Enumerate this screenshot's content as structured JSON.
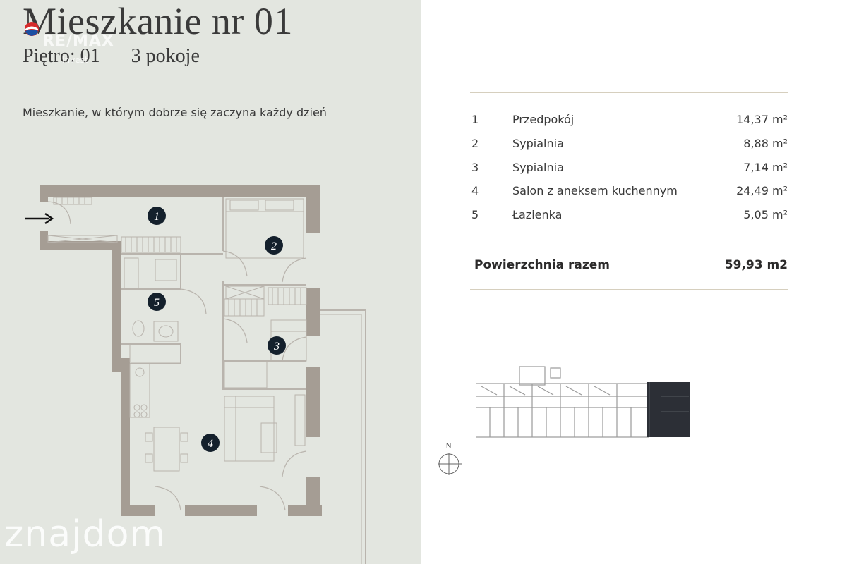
{
  "header": {
    "title": "Mieszkanie nr 01",
    "floor_label": "Piętro: 01",
    "rooms_label": "3 pokoje",
    "tagline": "Mieszkanie, w którym dobrze się zaczyna każdy dzień"
  },
  "branding": {
    "logo_text": "RE/MAX",
    "logo_sub": "Invest",
    "watermark": "znajdom"
  },
  "floor_plan": {
    "markers": [
      "1",
      "2",
      "3",
      "4",
      "5"
    ],
    "entrance_icon": "arrow-right-icon"
  },
  "rooms": [
    {
      "num": "1",
      "name": "Przedpokój",
      "area": "14,37 m²"
    },
    {
      "num": "2",
      "name": "Sypialnia",
      "area": "8,88 m²"
    },
    {
      "num": "3",
      "name": "Sypialnia",
      "area": "7,14 m²"
    },
    {
      "num": "4",
      "name": "Salon z aneksem kuchennym",
      "area": "24,49 m²"
    },
    {
      "num": "5",
      "name": "Łazienka",
      "area": "5,05 m²"
    }
  ],
  "total": {
    "label": "Powierzchnia razem",
    "area": "59,93 m2"
  },
  "compass": {
    "north_label": "N"
  },
  "colors": {
    "panel_bg": "#e3e6e0",
    "wall": "#a59d94",
    "marker": "#14202c",
    "highlight": "#2c2f36",
    "rule": "#d6cfbe"
  }
}
